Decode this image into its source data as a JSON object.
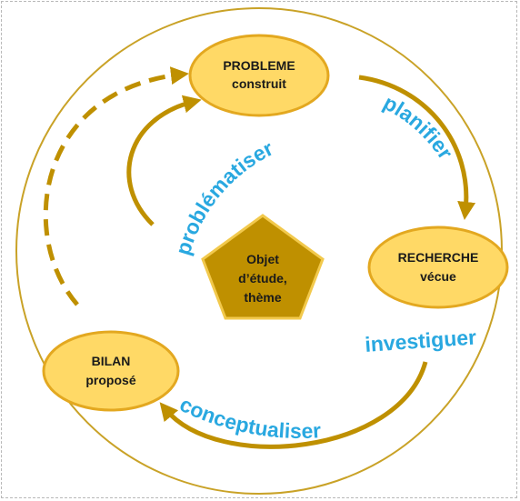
{
  "colors": {
    "node_fill": "#ffd966",
    "node_stroke": "#e3a820",
    "arrow": "#bf9000",
    "outer_circle": "#c9a227",
    "center_fill": "#bf9000",
    "center_stroke": "#f2c94c",
    "verb_text": "#29a8e0"
  },
  "nodes": {
    "probleme": {
      "line1": "PROBLEME",
      "line2": "construit"
    },
    "recherche": {
      "line1": "RECHERCHE",
      "line2": "vécue"
    },
    "bilan": {
      "line1": "BILAN",
      "line2": "proposé"
    },
    "centre": {
      "line1": "Objet",
      "line2": "d’étude,",
      "line3": "thème"
    }
  },
  "verbs": {
    "planifier": "planifier",
    "investiguer": "investiguer",
    "conceptualiser": "conceptualiser",
    "problematiser": "problématiser"
  }
}
